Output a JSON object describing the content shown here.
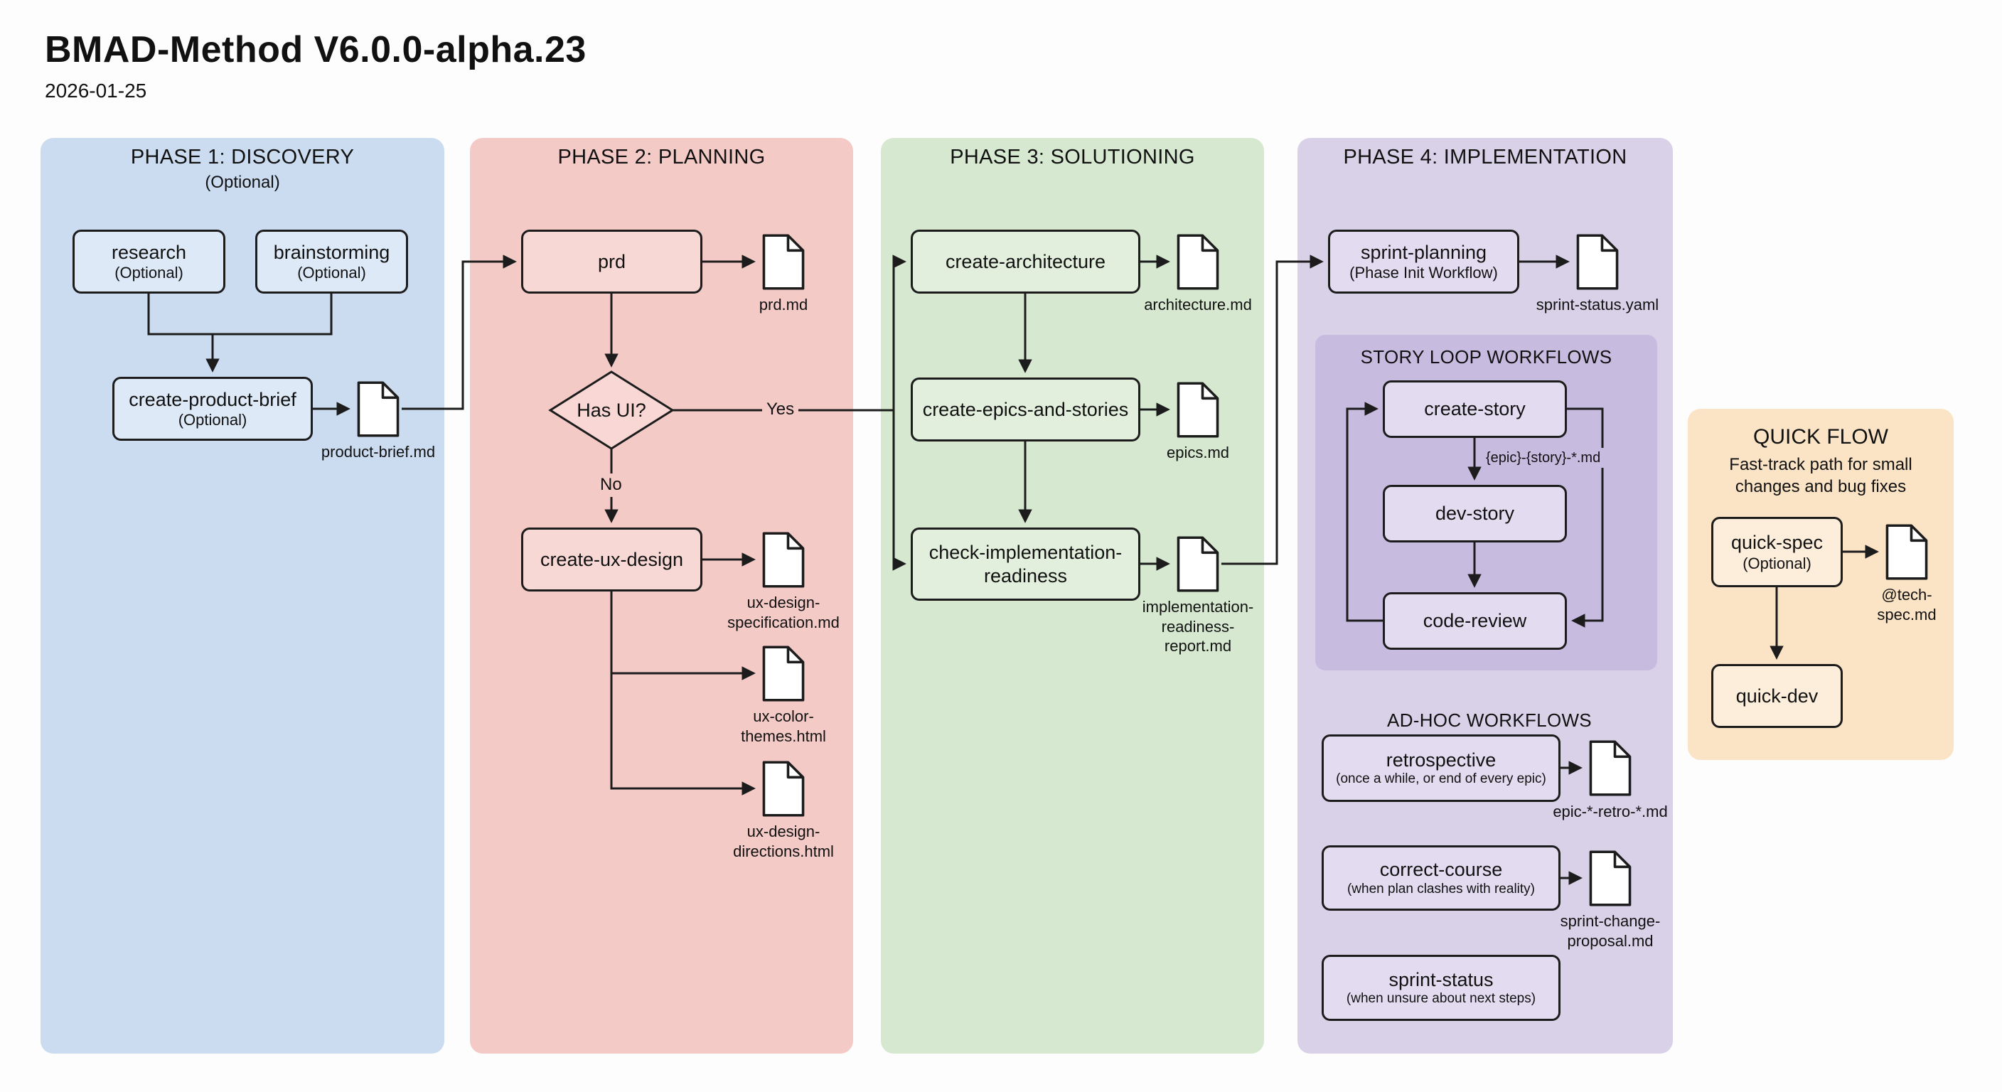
{
  "header": {
    "title": "BMAD-Method V6.0.0-alpha.23",
    "date": "2026-01-25"
  },
  "colors": {
    "phase1_bg": "#cbdcf1",
    "phase2_bg": "#f4cac7",
    "phase3_bg": "#d6e8d0",
    "phase4_bg": "#d8d1e8",
    "story_loop_bg": "#c8bbe0",
    "quick_flow_bg": "#fbe3c5",
    "line": "#1c1c1c"
  },
  "icons": {
    "document": "document-file-icon"
  },
  "phase1": {
    "title": "PHASE 1: DISCOVERY",
    "subtitle": "(Optional)",
    "research_label": "research",
    "research_note": "(Optional)",
    "brainstorming_label": "brainstorming",
    "brainstorming_note": "(Optional)",
    "create_product_brief_label": "create-product-brief",
    "create_product_brief_note": "(Optional)",
    "product_brief_doc": "product-brief.md"
  },
  "phase2": {
    "title": "PHASE 2: PLANNING",
    "prd_label": "prd",
    "prd_doc": "prd.md",
    "decision_label": "Has UI?",
    "yes_label": "Yes",
    "no_label": "No",
    "create_ux_design_label": "create-ux-design",
    "ux_spec_doc": "ux-design-\nspecification.md",
    "ux_color_doc": "ux-color-\nthemes.html",
    "ux_directions_doc": "ux-design-\ndirections.html"
  },
  "phase3": {
    "title": "PHASE 3: SOLUTIONING",
    "create_architecture_label": "create-architecture",
    "architecture_doc": "architecture.md",
    "create_epics_label": "create-epics-and-stories",
    "epics_doc": "epics.md",
    "check_readiness_label": "check-implementation-\nreadiness",
    "readiness_doc": "implementation-\nreadiness-\nreport.md"
  },
  "phase4": {
    "title": "PHASE 4: IMPLEMENTATION",
    "sprint_planning_label": "sprint-planning",
    "sprint_planning_note": "(Phase Init Workflow)",
    "sprint_status_doc": "sprint-status.yaml",
    "story_loop_title": "STORY LOOP WORKFLOWS",
    "create_story_label": "create-story",
    "story_file_label": "{epic}-{story}-*.md",
    "dev_story_label": "dev-story",
    "code_review_label": "code-review",
    "adhoc_title": "AD-HOC WORKFLOWS",
    "retrospective_label": "retrospective",
    "retrospective_note": "(once a while, or end of every epic)",
    "retro_doc": "epic-*-retro-*.md",
    "correct_course_label": "correct-course",
    "correct_course_note": "(when plan clashes with reality)",
    "correct_course_doc": "sprint-change-\nproposal.md",
    "sprint_status_label": "sprint-status",
    "sprint_status_note": "(when unsure about next steps)"
  },
  "quick_flow": {
    "title": "QUICK FLOW",
    "subtitle": "Fast-track path for small\nchanges and bug fixes",
    "quick_spec_label": "quick-spec",
    "quick_spec_note": "(Optional)",
    "tech_spec_doc": "@tech-\nspec.md",
    "quick_dev_label": "quick-dev"
  }
}
